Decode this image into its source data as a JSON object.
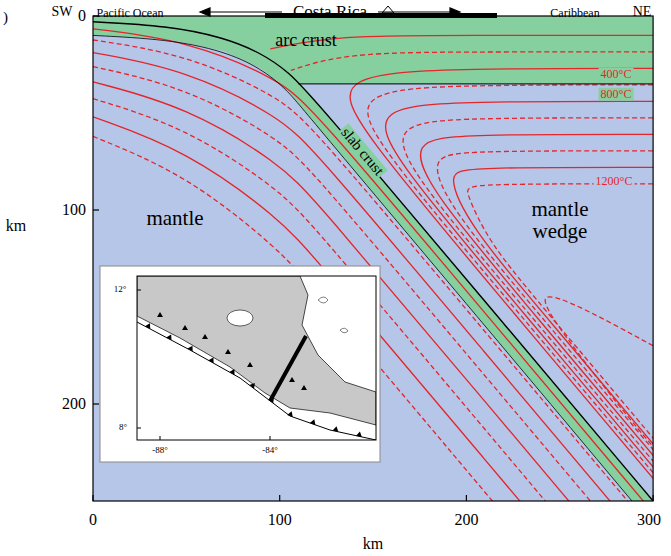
{
  "diagram": {
    "labels": [
      ")",
      "SW",
      "Pacific Ocean",
      "Costa Rica",
      "Caribbean",
      "NE",
      "arc crust",
      "400°C",
      "800°C",
      "1200°C",
      "mantle",
      "mantle wedge",
      "slab crust",
      "0",
      "100",
      "200",
      "0",
      "100",
      "200",
      "300",
      "km",
      "km",
      "12°",
      "8°",
      "-88°",
      "-84°"
    ]
  }
}
